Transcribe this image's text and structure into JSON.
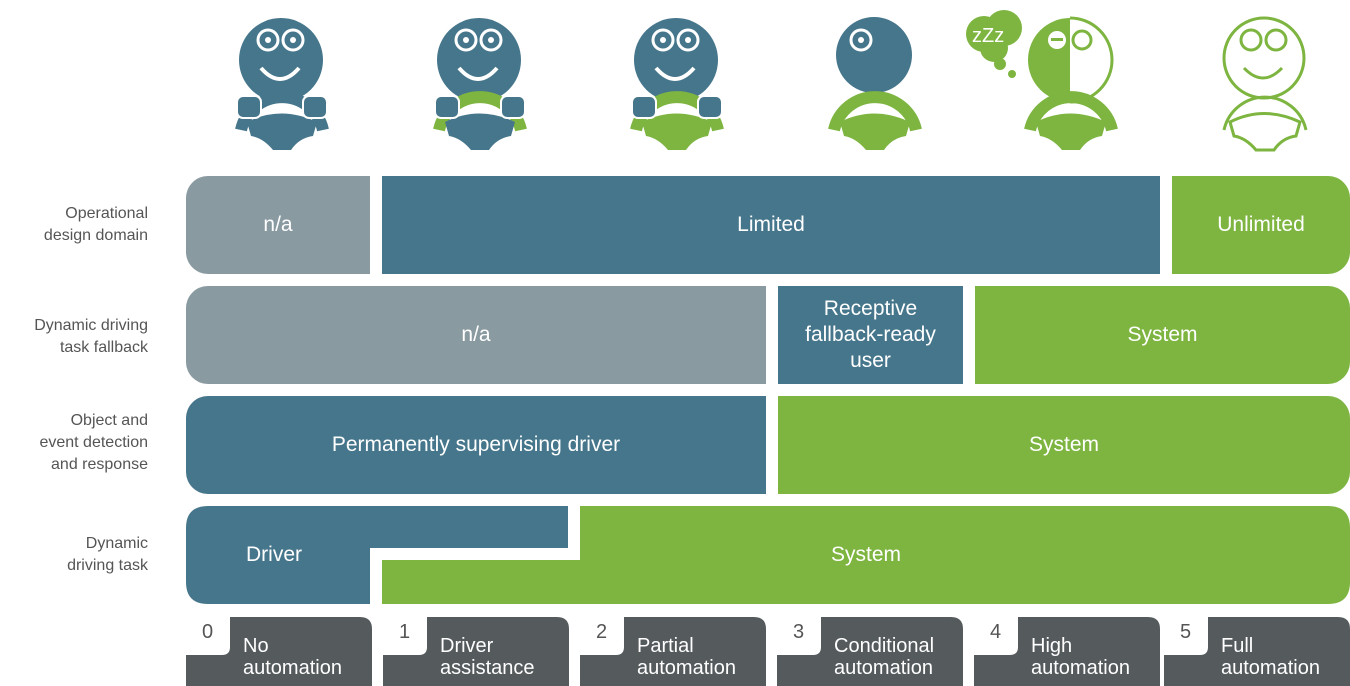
{
  "row_labels": {
    "odd": "Operational\ndesign domain",
    "ddt_fallback": "Dynamic driving\ntask fallback",
    "oedr": "Object and\nevent detection\nand response",
    "ddt": "Dynamic\ndriving task"
  },
  "odd_row": {
    "na": "n/a",
    "limited": "Limited",
    "unlimited": "Unlimited"
  },
  "fallback_row": {
    "na": "n/a",
    "receptive": "Receptive\nfallback-ready\nuser",
    "system": "System"
  },
  "oedr_row": {
    "driver": "Permanently supervising driver",
    "system": "System"
  },
  "ddt_row": {
    "driver": "Driver",
    "system": "System"
  },
  "levels": [
    {
      "num": "0",
      "label": "No\nautomation"
    },
    {
      "num": "1",
      "label": "Driver\nassistance"
    },
    {
      "num": "2",
      "label": "Partial\nautomation"
    },
    {
      "num": "3",
      "label": "Conditional\nautomation"
    },
    {
      "num": "4",
      "label": "High\nautomation"
    },
    {
      "num": "5",
      "label": "Full\nautomation"
    }
  ],
  "sleep_text": "zZz",
  "colors": {
    "gray": "#8a9aa1",
    "blue": "#46768b",
    "green": "#7db540",
    "tag": "#555a5d",
    "label_text": "#555555"
  },
  "icons": [
    "driver-hands-on-icon",
    "driver-assisted-icon",
    "driver-partial-icon",
    "driver-conditional-icon",
    "driver-sleeping-icon",
    "driver-absent-icon"
  ]
}
